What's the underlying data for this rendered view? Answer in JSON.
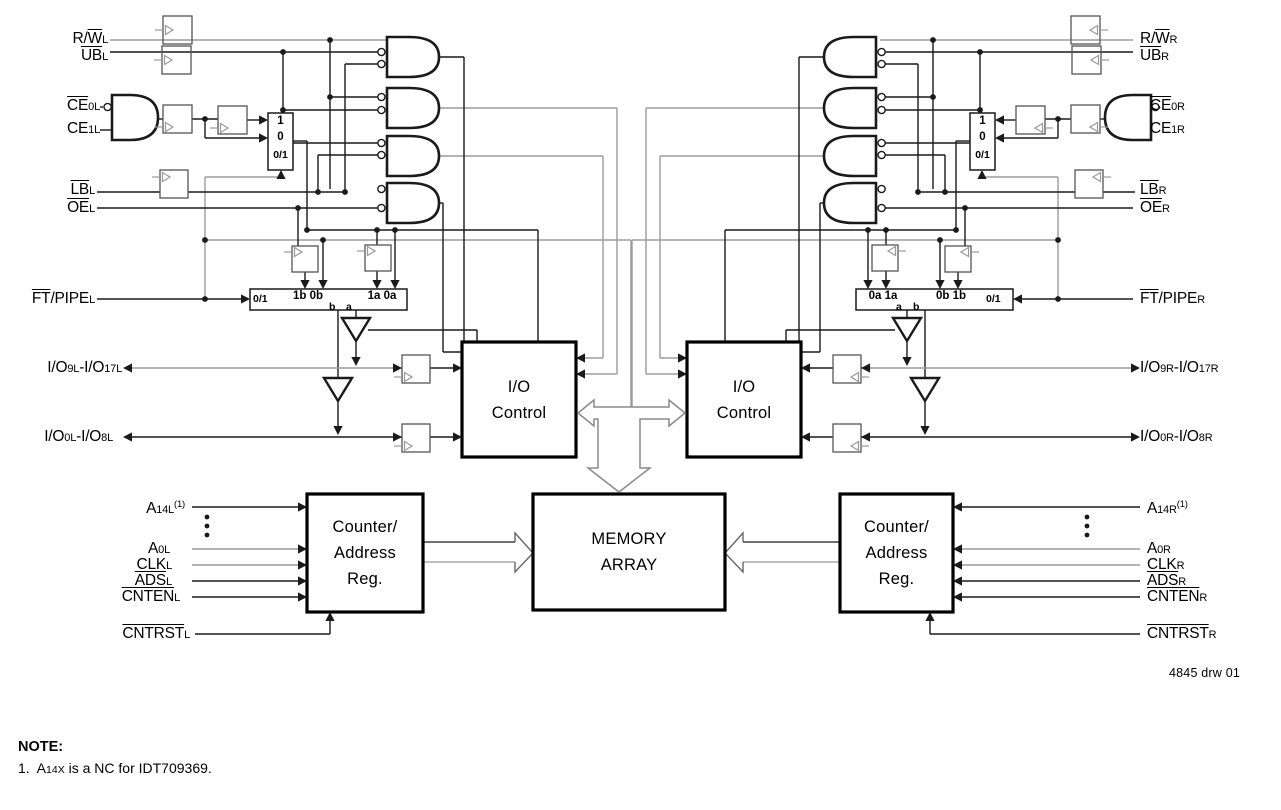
{
  "colors": {
    "line": "#1a1a1a",
    "gray": "#9b9b9b",
    "block_border": "#000000",
    "background": "#ffffff"
  },
  "signals": {
    "l": {
      "rw": [
        {
          "t": "R/"
        },
        {
          "t": "W",
          "o": 1
        },
        {
          "t": "L",
          "s": 1
        }
      ],
      "ub": [
        {
          "t": "UB",
          "o": 1
        },
        {
          "t": "L",
          "s": 1
        }
      ],
      "ce0": [
        {
          "t": "CE",
          "o": 1
        },
        {
          "t": "0L",
          "s": 1
        }
      ],
      "ce1": [
        {
          "t": "CE"
        },
        {
          "t": "1L",
          "s": 1
        }
      ],
      "lb": [
        {
          "t": "LB",
          "o": 1
        },
        {
          "t": "L",
          "s": 1
        }
      ],
      "oe": [
        {
          "t": "OE",
          "o": 1
        },
        {
          "t": "L",
          "s": 1
        }
      ],
      "ft": [
        {
          "t": "FT",
          "o": 1
        },
        {
          "t": "/PIPE"
        },
        {
          "t": "L",
          "s": 1
        }
      ],
      "io9": [
        {
          "t": "I/O"
        },
        {
          "t": "9L",
          "s": 1
        },
        {
          "t": "-I/O"
        },
        {
          "t": "17L",
          "s": 1
        }
      ],
      "io0": [
        {
          "t": "I/O"
        },
        {
          "t": "0L",
          "s": 1
        },
        {
          "t": "-I/O"
        },
        {
          "t": "8L",
          "s": 1
        }
      ],
      "a14": [
        {
          "t": "A"
        },
        {
          "t": "14L",
          "s": 1
        },
        {
          "t": "(1)",
          "p": 1
        }
      ],
      "a0": [
        {
          "t": "A"
        },
        {
          "t": "0L",
          "s": 1
        }
      ],
      "clk": [
        {
          "t": "CLK"
        },
        {
          "t": "L",
          "s": 1
        }
      ],
      "ads": [
        {
          "t": "ADS",
          "o": 1
        },
        {
          "t": "L",
          "s": 1
        }
      ],
      "cnten": [
        {
          "t": "CNTEN",
          "o": 1
        },
        {
          "t": "L",
          "s": 1
        }
      ],
      "cntrst": [
        {
          "t": "CNTRST",
          "o": 1
        },
        {
          "t": "L",
          "s": 1
        }
      ]
    },
    "r": {
      "rw": [
        {
          "t": "R/"
        },
        {
          "t": "W",
          "o": 1
        },
        {
          "t": "R",
          "s": 1
        }
      ],
      "ub": [
        {
          "t": "UB",
          "o": 1
        },
        {
          "t": "R",
          "s": 1
        }
      ],
      "ce0": [
        {
          "t": "CE",
          "o": 1
        },
        {
          "t": "0R",
          "s": 1
        }
      ],
      "ce1": [
        {
          "t": "CE"
        },
        {
          "t": "1R",
          "s": 1
        }
      ],
      "lb": [
        {
          "t": "LB",
          "o": 1
        },
        {
          "t": "R",
          "s": 1
        }
      ],
      "oe": [
        {
          "t": "OE",
          "o": 1
        },
        {
          "t": "R",
          "s": 1
        }
      ],
      "ft": [
        {
          "t": "FT",
          "o": 1
        },
        {
          "t": "/PIPE"
        },
        {
          "t": "R",
          "s": 1
        }
      ],
      "io9": [
        {
          "t": "I/O"
        },
        {
          "t": "9R",
          "s": 1
        },
        {
          "t": "-I/O"
        },
        {
          "t": "17R",
          "s": 1
        }
      ],
      "io0": [
        {
          "t": "I/O"
        },
        {
          "t": "0R",
          "s": 1
        },
        {
          "t": "-I/O"
        },
        {
          "t": "8R",
          "s": 1
        }
      ],
      "a14": [
        {
          "t": "A"
        },
        {
          "t": "14R",
          "s": 1
        },
        {
          "t": "(1)",
          "p": 1
        }
      ],
      "a0": [
        {
          "t": "A"
        },
        {
          "t": "0R",
          "s": 1
        }
      ],
      "clk": [
        {
          "t": "CLK"
        },
        {
          "t": "R",
          "s": 1
        }
      ],
      "ads": [
        {
          "t": "ADS",
          "o": 1
        },
        {
          "t": "R",
          "s": 1
        }
      ],
      "cnten": [
        {
          "t": "CNTEN",
          "o": 1
        },
        {
          "t": "R",
          "s": 1
        }
      ],
      "cntrst": [
        {
          "t": "CNTRST",
          "o": 1
        },
        {
          "t": "R",
          "s": 1
        }
      ]
    }
  },
  "blocks": {
    "io_control": [
      "I/O",
      "Control"
    ],
    "memory": [
      "MEMORY",
      "ARRAY"
    ],
    "counter": [
      "Counter/",
      "Address",
      "Reg."
    ]
  },
  "mux_ce": {
    "one": "1",
    "zero": "0",
    "sel": "0/1"
  },
  "pipe_mux": {
    "left": {
      "sel": "0/1",
      "grp_b": "1b 0b",
      "grp_a": "1a 0a",
      "tap_b": "b",
      "tap_a": "a"
    },
    "right": {
      "sel": "0/1",
      "grp_a": "0a 1a",
      "grp_b": "0b 1b",
      "tap_a": "a",
      "tap_b": "b"
    }
  },
  "footer": {
    "drw": "4845 drw 01"
  },
  "note": {
    "title": "NOTE:",
    "item": [
      {
        "t": "1.  A"
      },
      {
        "t": "14X",
        "s": 1
      },
      {
        "t": " is a NC for IDT709369."
      }
    ]
  }
}
